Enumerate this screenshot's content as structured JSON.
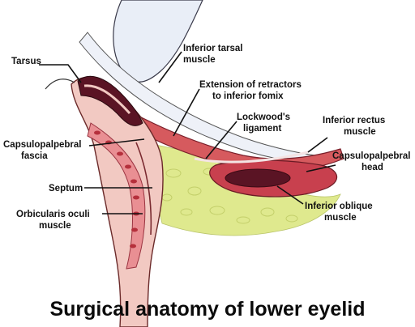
{
  "title": "Surgical anatomy of lower eyelid",
  "labels": {
    "tarsus": "Tarsus",
    "inferior_tarsal_1": "Inferior tarsal",
    "inferior_tarsal_2": "muscle",
    "extension_1": "Extension of retractors",
    "extension_2": "to inferior fomix",
    "lockwood_1": "Lockwood's",
    "lockwood_2": "ligament",
    "inferior_rectus_1": "Inferior rectus",
    "inferior_rectus_2": "muscle",
    "capsulo_head_1": "Capsulopalpebral",
    "capsulo_head_2": "head",
    "capsulo_fascia_1": "Capsulopalpebral",
    "capsulo_fascia_2": "fascia",
    "septum": "Septum",
    "orbicularis_1": "Orbicularis oculi",
    "orbicularis_2": "muscle",
    "inferior_oblique_1": "Inferior oblique",
    "inferior_oblique_2": "muscle"
  },
  "colors": {
    "fat": "#dfe98e",
    "muscle": "#c8404e",
    "muscle_dark": "#5a1424",
    "skin": "#f2c9c2",
    "conjunctiva": "#e9eef7"
  }
}
